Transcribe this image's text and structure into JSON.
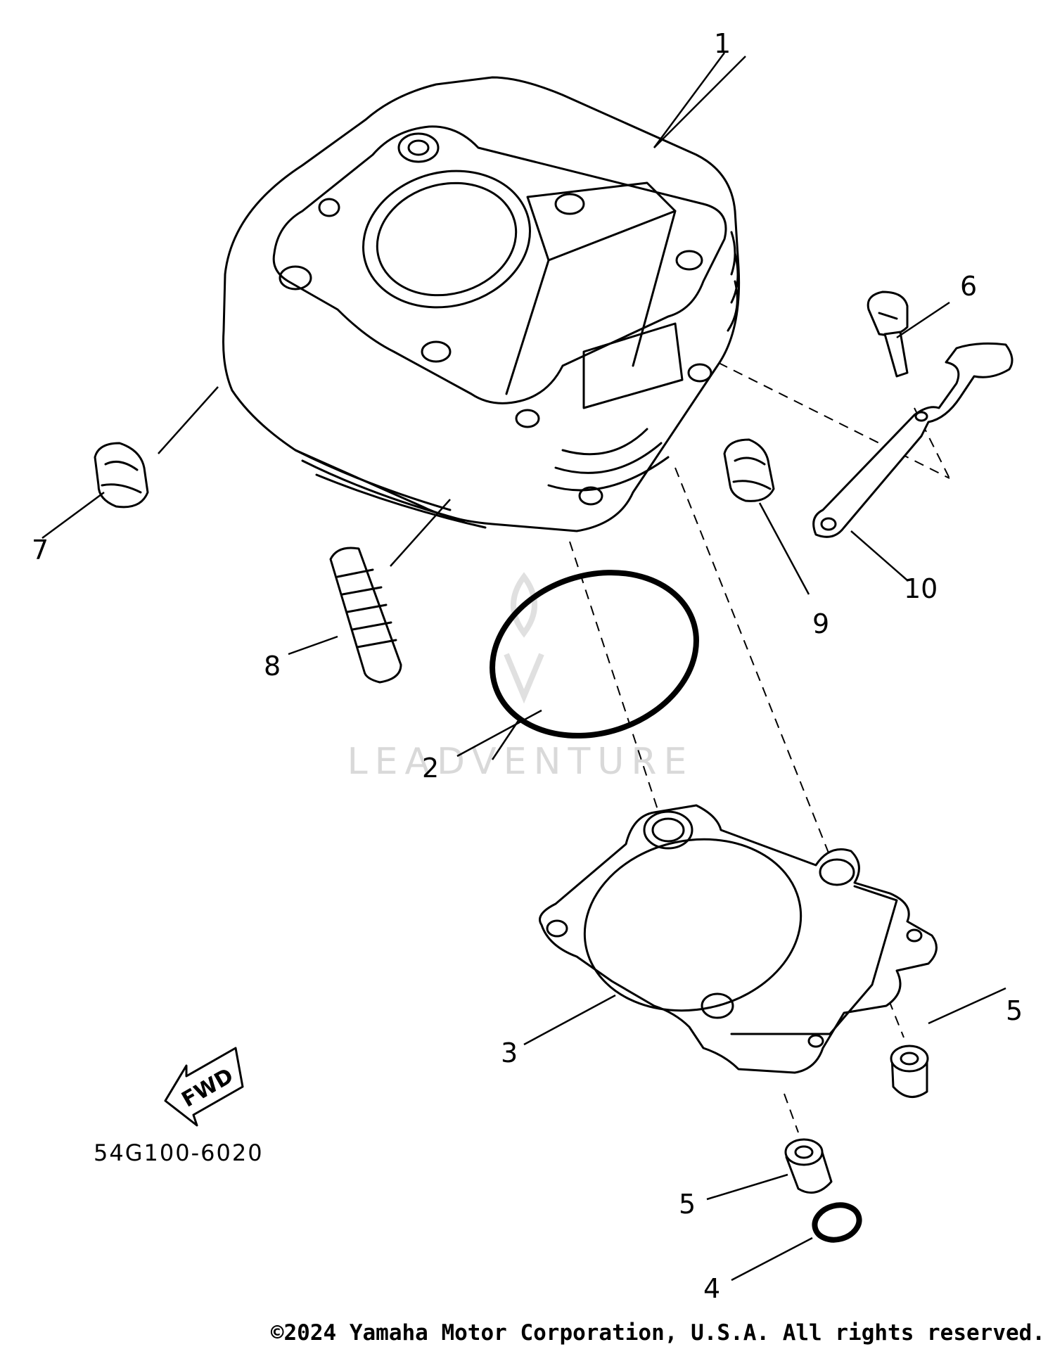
{
  "diagram": {
    "callouts": [
      {
        "id": "1",
        "label": "1"
      },
      {
        "id": "2",
        "label": "2"
      },
      {
        "id": "3",
        "label": "3"
      },
      {
        "id": "4",
        "label": "4"
      },
      {
        "id": "5a",
        "label": "5"
      },
      {
        "id": "5b",
        "label": "5"
      },
      {
        "id": "6",
        "label": "6"
      },
      {
        "id": "7",
        "label": "7"
      },
      {
        "id": "8",
        "label": "8"
      },
      {
        "id": "9",
        "label": "9"
      },
      {
        "id": "10",
        "label": "10"
      }
    ],
    "fwd_label": "FWD",
    "diagram_code": "54G100-6020",
    "watermark": "LEADVENTURE"
  },
  "footer": {
    "copyright": "©2024 Yamaha Motor Corporation, U.S.A. All rights reserved."
  }
}
